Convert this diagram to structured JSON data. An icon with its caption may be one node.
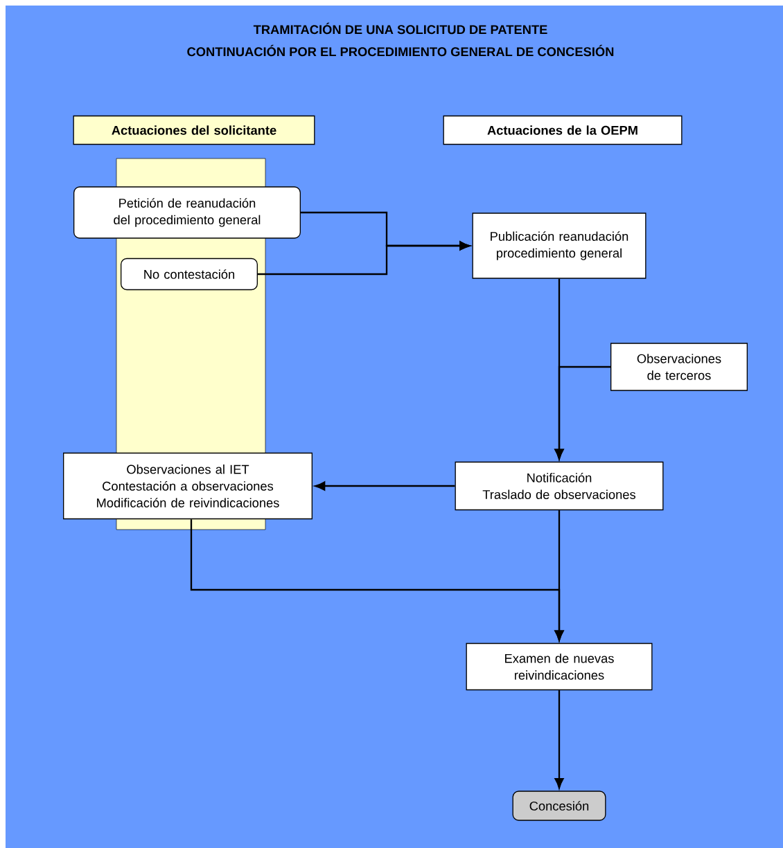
{
  "diagram": {
    "title": "TRAMITACIÓN DE UNA SOLICITUD DE PATENTE",
    "labels": [
      "CONTINUACIÓN POR EL PROCEDIMIENTO GENERAL DE CONCESIÓN"
    ],
    "nodes": [
      {
        "text": [
          "Actuaciones del solicitante"
        ]
      },
      {
        "text": [
          "Actuaciones de la OEPM"
        ]
      },
      {
        "text": [
          "Petición de reanudación del procedimiento general"
        ]
      },
      {
        "text": [
          "No contestación"
        ]
      },
      {
        "text": [
          "Publicación reanudación procedimiento general"
        ]
      },
      {
        "text": [
          "Observaciones de terceros"
        ]
      },
      {
        "text": [
          "Notificación",
          "Traslado de observaciones"
        ]
      },
      {
        "text": [
          "Observaciones al IET",
          "Contestación a observaciones",
          "Modificación de reivindicaciones"
        ]
      },
      {
        "text": [
          "Examen de nuevas reivindicaciones"
        ]
      },
      {
        "text": [
          "Concesión"
        ]
      }
    ],
    "edges": [
      {
        "from": 2,
        "to": 4,
        "arrow": "to"
      },
      {
        "from": 3,
        "to": 4,
        "arrow": "to"
      },
      {
        "from": 4,
        "to": 6,
        "arrow": "to"
      },
      {
        "from": 5,
        "to": 6,
        "arrow": "to"
      },
      {
        "from": 6,
        "to": 7,
        "arrow": "to"
      },
      {
        "from": 6,
        "to": 8,
        "arrow": "to"
      },
      {
        "from": 7,
        "to": 8,
        "arrow": "to"
      },
      {
        "from": 8,
        "to": 9,
        "arrow": "to"
      }
    ]
  }
}
